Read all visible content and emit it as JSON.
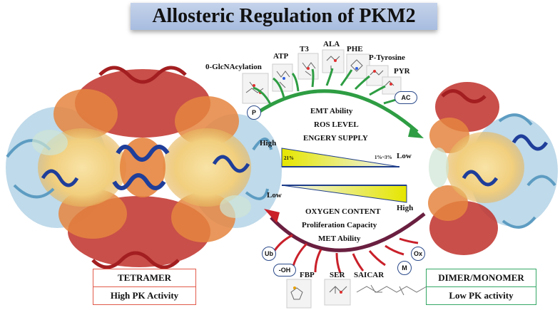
{
  "title": "Allosteric Regulation of PKM2",
  "top_modulators": {
    "glcnac": "0-GlcNAcylation",
    "atp": "ATP",
    "t3": "T3",
    "ala": "ALA",
    "phe": "PHE",
    "ptyr": "P-Tyrosine",
    "pyr": "PYR"
  },
  "top_marks": {
    "p": "P",
    "ac": "AC"
  },
  "upper_properties": [
    "EMT Ability",
    "ROS LEVEL",
    "ENGERY SUPPLY"
  ],
  "upper_scale": {
    "high": "High",
    "low": "Low",
    "left_value": "21%",
    "right_value": "1%~3%"
  },
  "lower_scale": {
    "low": "Low",
    "high": "High"
  },
  "lower_properties": [
    "OXYGEN CONTENT",
    "Proliferation Capacity",
    "MET Ability"
  ],
  "bottom_modulators": {
    "fbp": "FBP",
    "ser": "SER",
    "saicar": "SAICAR"
  },
  "bottom_marks": {
    "ub": "Ub",
    "oh": "-OH",
    "m": "M",
    "ox": "Ox"
  },
  "tetramer": {
    "name": "TETRAMER",
    "activity": "High PK Activity"
  },
  "dimer": {
    "name": "DIMER/MONOMER",
    "activity": "Low PK activity"
  },
  "colors": {
    "activator_arrow": "#2e9d43",
    "inhibitor_arrow": "#c9202a",
    "gradient_high": "#e6e600",
    "gradient_low": "#eef2fb",
    "title_bg": "#b3c6e7",
    "tetramer_border": "#e25a4a",
    "dimer_border": "#33a765"
  },
  "icons": [
    "protein-tetramer-structure",
    "protein-dimer-structure",
    "molecule-structure"
  ]
}
